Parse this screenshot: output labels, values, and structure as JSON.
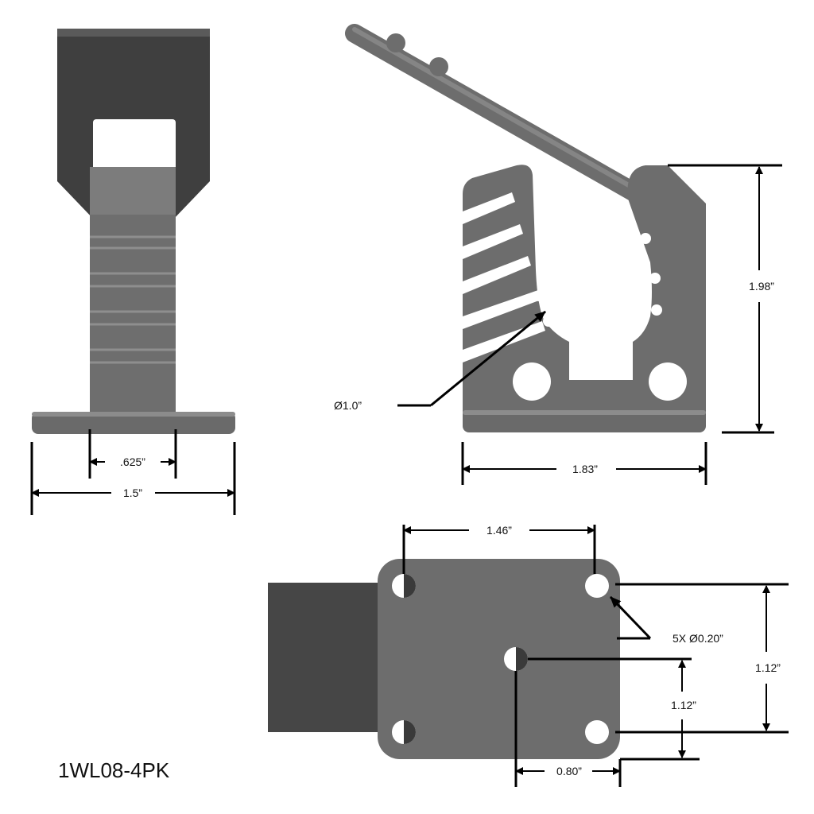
{
  "part_number": "1WL08-4PK",
  "colors": {
    "part_dark": "#3f3f3f",
    "part_mid": "#6a6a6a",
    "part_light": "#7d7d7d",
    "highlight": "#9a9a9a",
    "line": "#000000",
    "background": "#ffffff"
  },
  "front_view": {
    "dimensions": {
      "stem_width": ".625”",
      "base_width": "1.5”"
    }
  },
  "side_view": {
    "dimensions": {
      "diameter": "Ø1.0”",
      "height": "1.98”",
      "width": "1.83”"
    }
  },
  "bottom_view": {
    "dimensions": {
      "hole_spacing": "1.46”",
      "holes": "5X Ø0.20”",
      "outer_height": "1.12”",
      "center_height": "1.12”",
      "center_offset": "0.80”"
    }
  }
}
